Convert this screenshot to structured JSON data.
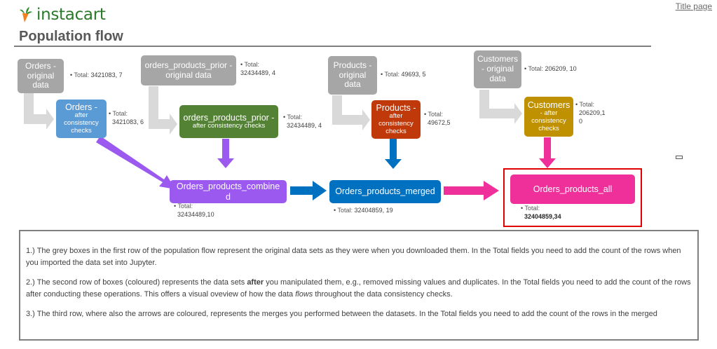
{
  "header": {
    "logo_text": "instacart",
    "title_page_link": "Title page",
    "page_title": "Population flow"
  },
  "colors": {
    "grey": "#a6a6a6",
    "orders": "#5b9bd5",
    "orders_products_prior": "#548235",
    "products": "#c0390b",
    "customers": "#bf9000",
    "combined": "#9b59f0",
    "merged": "#0070c0",
    "all": "#f0309a",
    "highlight": "#e00000"
  },
  "row1": {
    "orders": {
      "lines": [
        "Orders -",
        "original",
        "data"
      ],
      "total_label": "Total:",
      "total_value": "3421083, 7"
    },
    "opp": {
      "lines": [
        "orders_products_prior -",
        "original data"
      ],
      "total_label": "Total:",
      "total_value": "32434489, 4"
    },
    "products": {
      "lines": [
        "Products -",
        "original",
        "data"
      ],
      "total_label": "Total:",
      "total_value": "49693, 5"
    },
    "customers": {
      "lines": [
        "Customers",
        "- original",
        "data"
      ],
      "total_label": "Total:",
      "total_value": "206209, 10"
    }
  },
  "row2": {
    "orders": {
      "title": "Orders -",
      "sub": [
        "after",
        "consistency",
        "checks"
      ],
      "total_label": "Total:",
      "total_value": "3421083, 6"
    },
    "opp": {
      "title": "orders_products_prior -",
      "sub": [
        "after consistency checks"
      ],
      "total_label": "Total:",
      "total_value": "32434489, 4"
    },
    "products": {
      "title": "Products -",
      "sub": [
        "after",
        "consistency",
        "checks"
      ],
      "total_label": "Total:",
      "total_value": "49672,5"
    },
    "customers": {
      "title": "Customers",
      "sub": [
        "- after",
        "consistency",
        "checks"
      ],
      "total_label": "Total:",
      "total_value_1": "206209,1",
      "total_value_2": "0"
    }
  },
  "row3": {
    "combined": {
      "line1": "Orders_products_combine",
      "line2": "d",
      "total_label": "Total:",
      "total_value": "32434489,10"
    },
    "merged": {
      "label": "Orders_products_merged",
      "total_label": "Total:",
      "total_value": "32404859, 19"
    },
    "all": {
      "label": "Orders_products_all",
      "total_label": "Total:",
      "total_value": "32404859,34"
    }
  },
  "notes": {
    "p1": "1.) The grey boxes in the first row of the population flow represent the original data sets as they were when you downloaded them. In the Total fields you need to add the count of the rows when you imported the data set into Jupyter.",
    "p2_a": "2.) The second row of boxes (coloured) represents the data sets ",
    "p2_bold": "after",
    "p2_b": " you manipulated them, e.g., removed missing values and duplicates. In the Total fields you need to add the count of the rows after conducting these operations. This offers a visual oveview of how the data ",
    "p2_italic": "flows",
    "p2_c": " throughout the data consistency checks.",
    "p3": "3.) The third row, where also the arrows are coloured, represents the merges you performed between the datasets. In the Total fields you need to add the count of the rows in the merged"
  }
}
